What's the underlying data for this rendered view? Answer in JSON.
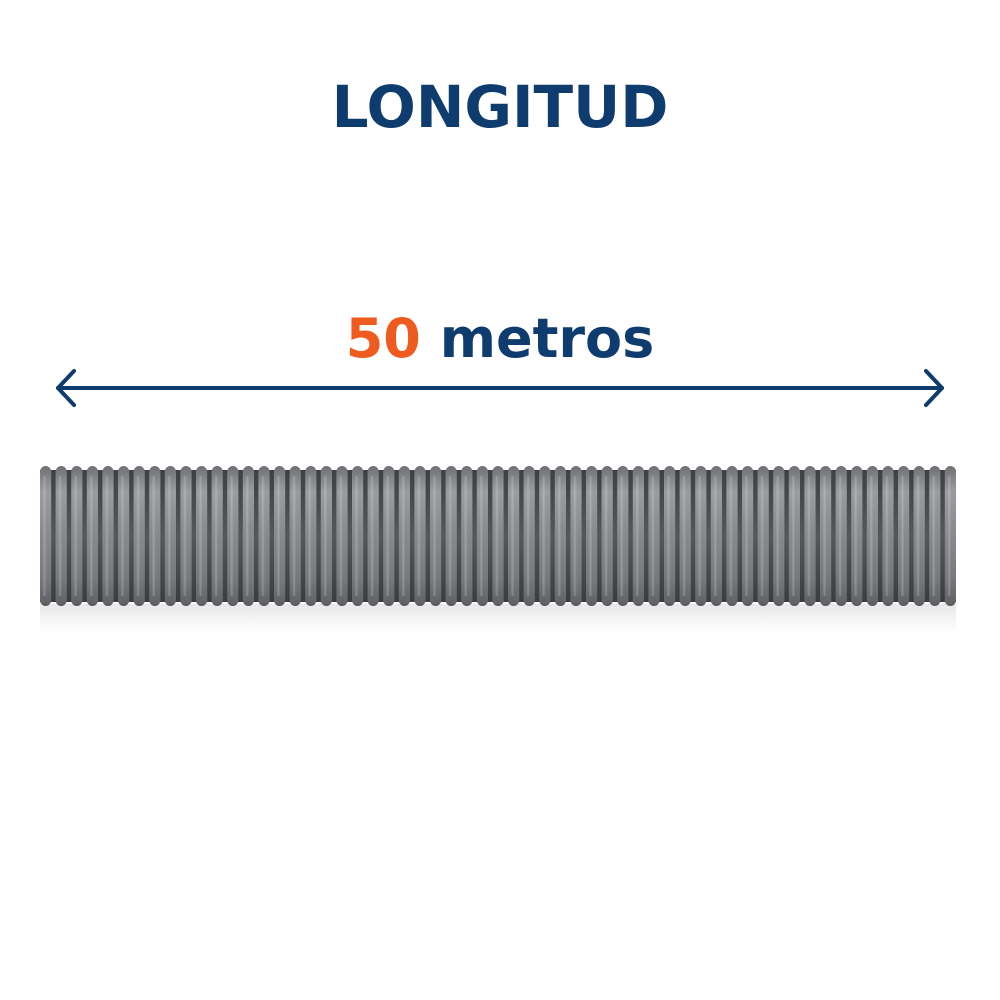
{
  "heading": {
    "title": "LONGITUD"
  },
  "measurement": {
    "value": "50",
    "unit": "metros"
  },
  "colors": {
    "navy": "#0e3c6e",
    "orange": "#ef5a1e",
    "hose_gray": "#8a8c8f"
  },
  "icons": {
    "arrow": "double-headed-arrow-icon",
    "product": "corrugated-hose-icon"
  }
}
